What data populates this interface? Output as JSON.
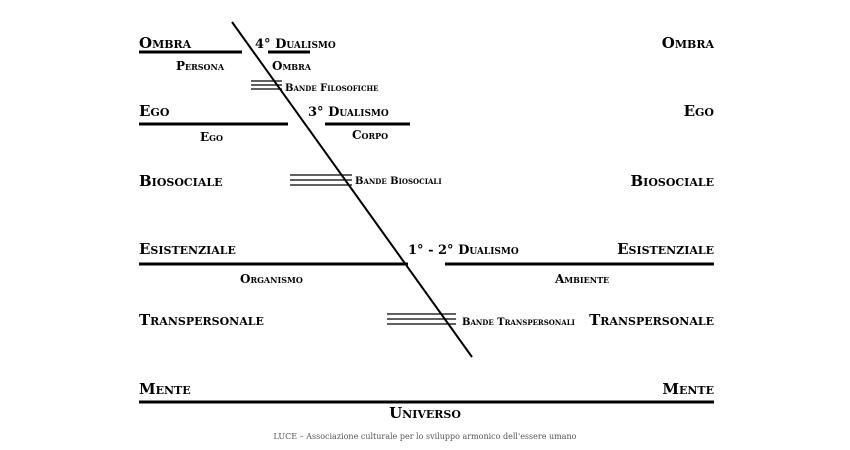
{
  "diagram": {
    "levels": {
      "ombra_left": "Ombra",
      "ombra_right": "Ombra",
      "ego_left": "Ego",
      "ego_right": "Ego",
      "biosociale_left": "Biosociale",
      "biosociale_right": "Biosociale",
      "esistenziale_left": "Esistenziale",
      "esistenziale_right": "Esistenziale",
      "transpersonale_left": "Transpersonale",
      "transpersonale_right": "Transpersonale",
      "mente_left": "Mente",
      "mente_right": "Mente"
    },
    "dualisms": {
      "fourth": "4° Dualismo",
      "third": "3° Dualismo",
      "first_second": "1° - 2° Dualismo"
    },
    "sub_labels": {
      "persona": "Persona",
      "ombra": "Ombra",
      "ego": "Ego",
      "corpo": "Corpo",
      "organismo": "Organismo",
      "ambiente": "Ambiente",
      "universo": "Universo"
    },
    "bands": {
      "filosofiche": "Bande Filosofiche",
      "biosociali": "Bande Biosociali",
      "transpersonali": "Bande Transpersonali"
    },
    "footer": "LUCE – Associazione culturale per lo sviluppo armonico dell'essere umano"
  },
  "colors": {
    "ink": "#000000",
    "background": "#ffffff",
    "footer_text": "#555555"
  }
}
